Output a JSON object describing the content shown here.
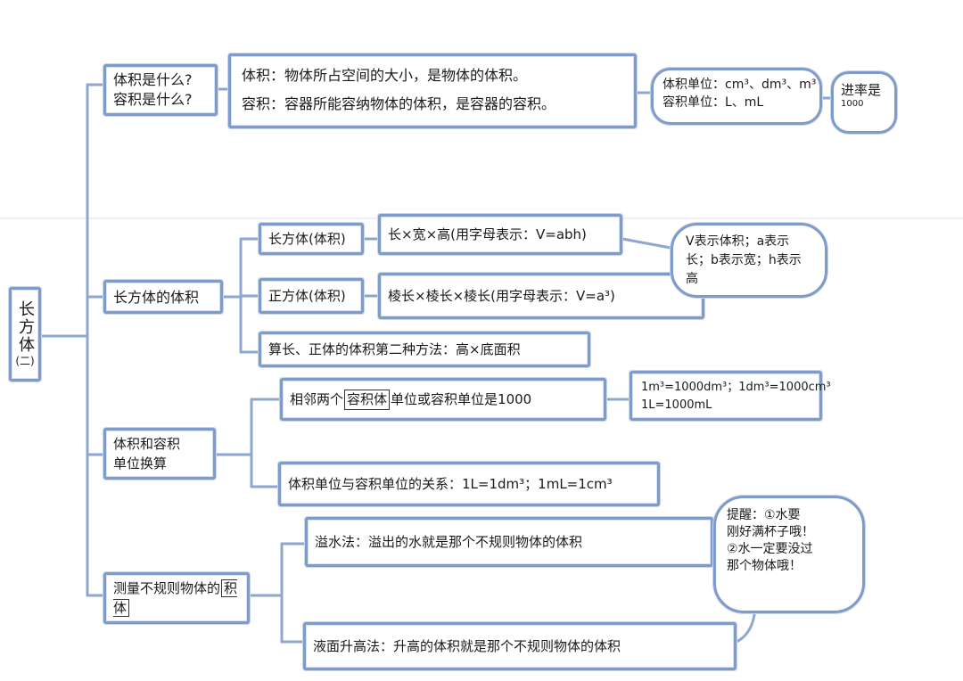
{
  "root": {
    "title": "长方体",
    "subtitle": "(二)"
  },
  "branch1": {
    "label_lines": [
      "体积是什么?",
      "容积是什么?"
    ],
    "definitions": [
      "体积：物体所占空间的大小，是物体的体积。",
      "容积：容器所能容纳物体的体积，是容器的容积。"
    ],
    "units_cloud": [
      "体积单位：cm³、dm³、m³",
      "容积单位：L、mL"
    ],
    "rate_cloud": {
      "line1": "进率是",
      "line2": "1000"
    }
  },
  "branch2": {
    "label": "长方体的体积",
    "cuboid": {
      "name": "长方体(体积)",
      "formula": "长×宽×高(用字母表示：V=abh)"
    },
    "cube": {
      "name": "正方体(体积)",
      "formula": "棱长×棱长×棱长(用字母表示：V=a³)"
    },
    "second_method": "算长、正体的体积第二种方法：高×底面积",
    "vars_cloud": [
      "V表示体积；a表示",
      "长；b表示宽；h表示",
      "高"
    ]
  },
  "branch3": {
    "label_lines": [
      "体积和容积",
      "单位换算"
    ],
    "adjacent": {
      "before": "相邻两个",
      "boxed": "容积体",
      "after": "单位或容积单位是1000"
    },
    "conversions": [
      "1m³=1000dm³；1dm³=1000cm³",
      "1L=1000mL"
    ],
    "relation": "体积单位与容积单位的关系：1L=1dm³；1mL=1cm³"
  },
  "branch4": {
    "label_before": "测量不规则物体的",
    "label_boxed": "积体",
    "overflow": "溢水法：溢出的水就是那个不规则物体的体积",
    "rise": "液面升高法：升高的体积就是那个不规则物体的体积",
    "reminder": [
      "提醒：①水要",
      "刚好满杯子哦！",
      "②水一定要没过",
      "那个物体哦！"
    ]
  }
}
